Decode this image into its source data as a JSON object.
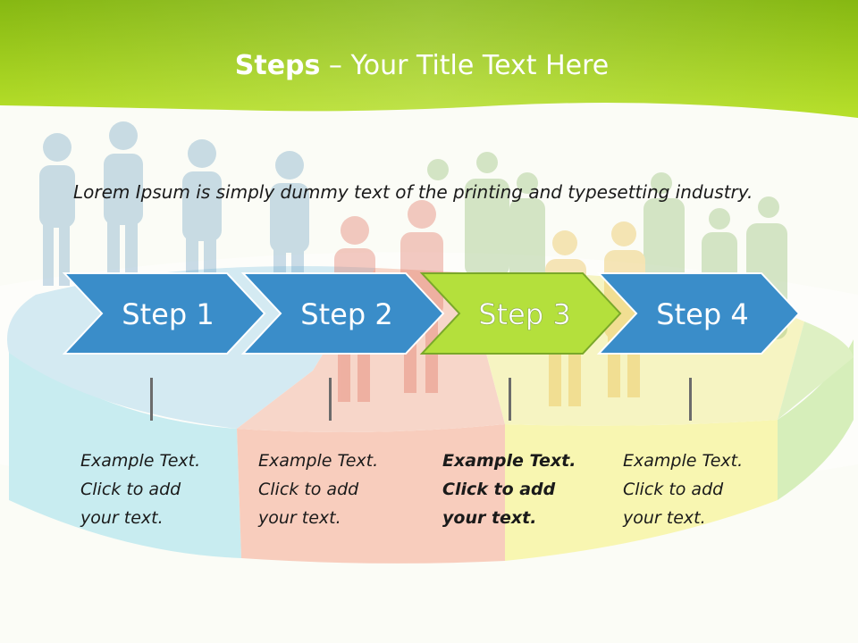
{
  "title": {
    "bold": "Steps",
    "rest": "– Your Title Text Here"
  },
  "body": "Lorem Ipsum is simply dummy text of the printing and typesetting industry.",
  "steps": [
    {
      "label": "Step 1",
      "color": "#3a8dc9",
      "desc": [
        "Example Text.",
        "Click  to add",
        "your text."
      ],
      "bold": false
    },
    {
      "label": "Step 2",
      "color": "#3a8dc9",
      "desc": [
        "Example Text.",
        "Click  to add",
        "your text."
      ],
      "bold": false
    },
    {
      "label": "Step 3",
      "color": "#b4e03c",
      "desc": [
        "Example Text.",
        "Click  to add",
        "your text."
      ],
      "bold": true
    },
    {
      "label": "Step 4",
      "color": "#3a8dc9",
      "desc": [
        "Example Text.",
        "Click  to add",
        "your text."
      ],
      "bold": false
    }
  ],
  "colors": {
    "header": "#9cd11c",
    "background": "#fbfcf6",
    "accent_blue": "#3a8dc9",
    "accent_green": "#b4e03c"
  },
  "background_image": "people-standing-on-pie-chart-illustration"
}
